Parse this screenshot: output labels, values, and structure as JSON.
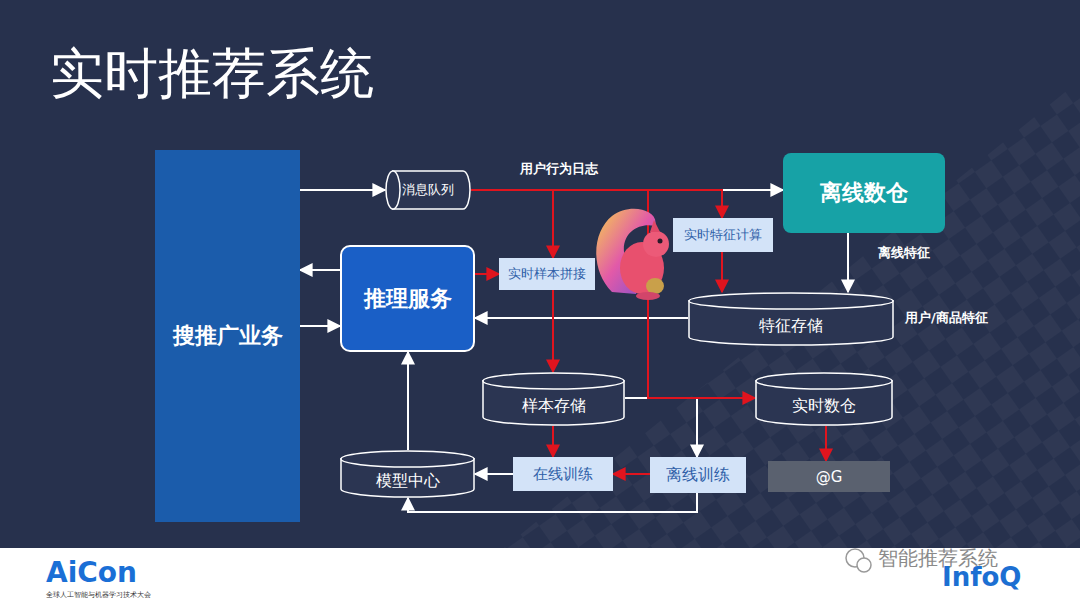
{
  "diagram": {
    "title": "实时推荐系统",
    "nodes": [
      {
        "text": [
          "搜推广业务"
        ]
      },
      {
        "text": [
          "消息队列"
        ]
      },
      {
        "text": [
          "推理服务"
        ]
      },
      {
        "text": [
          "离线数仓"
        ]
      },
      {
        "text": [
          "实时特征计算"
        ]
      },
      {
        "text": [
          "实时样本拼接"
        ]
      },
      {
        "text": [
          "特征存储"
        ]
      },
      {
        "text": [
          "样本存储"
        ]
      },
      {
        "text": [
          "实时数仓"
        ]
      },
      {
        "text": [
          "模型中心"
        ]
      },
      {
        "text": [
          "在线训练"
        ]
      },
      {
        "text": [
          "离线训练"
        ]
      },
      {
        "text": [
          "@G"
        ]
      }
    ],
    "edges": [
      {
        "from": 0,
        "to": 1,
        "arrow": "to"
      },
      {
        "from": 1,
        "to": 3,
        "arrow": "to",
        "label": "用户行为日志"
      },
      {
        "from": 1,
        "to": 5,
        "arrow": "to"
      },
      {
        "from": 1,
        "to": 4,
        "arrow": "to"
      },
      {
        "from": 1,
        "to": 8,
        "arrow": "to"
      },
      {
        "from": 2,
        "to": 0,
        "arrow": "to"
      },
      {
        "from": 0,
        "to": 2,
        "arrow": "to"
      },
      {
        "from": 2,
        "to": 5,
        "arrow": "to"
      },
      {
        "from": 3,
        "to": 6,
        "arrow": "to",
        "label": "离线特征"
      },
      {
        "from": 4,
        "to": 6,
        "arrow": "to"
      },
      {
        "from": 6,
        "to": 2,
        "arrow": "to"
      },
      {
        "from": 5,
        "to": 7,
        "arrow": "to"
      },
      {
        "from": 7,
        "to": 10,
        "arrow": "to"
      },
      {
        "from": 7,
        "to": 11,
        "arrow": "to"
      },
      {
        "from": 11,
        "to": 10,
        "arrow": "to"
      },
      {
        "from": 10,
        "to": 9,
        "arrow": "to"
      },
      {
        "from": 11,
        "to": 9,
        "arrow": "to"
      },
      {
        "from": 9,
        "to": 2,
        "arrow": "to"
      },
      {
        "from": 8,
        "to": 12,
        "arrow": "to"
      }
    ],
    "labels": [
      "用户/商品特征",
      "AiCon",
      "全球人工智能与机器学习技术大会",
      "智能推荐系统",
      "InfoQ"
    ]
  }
}
